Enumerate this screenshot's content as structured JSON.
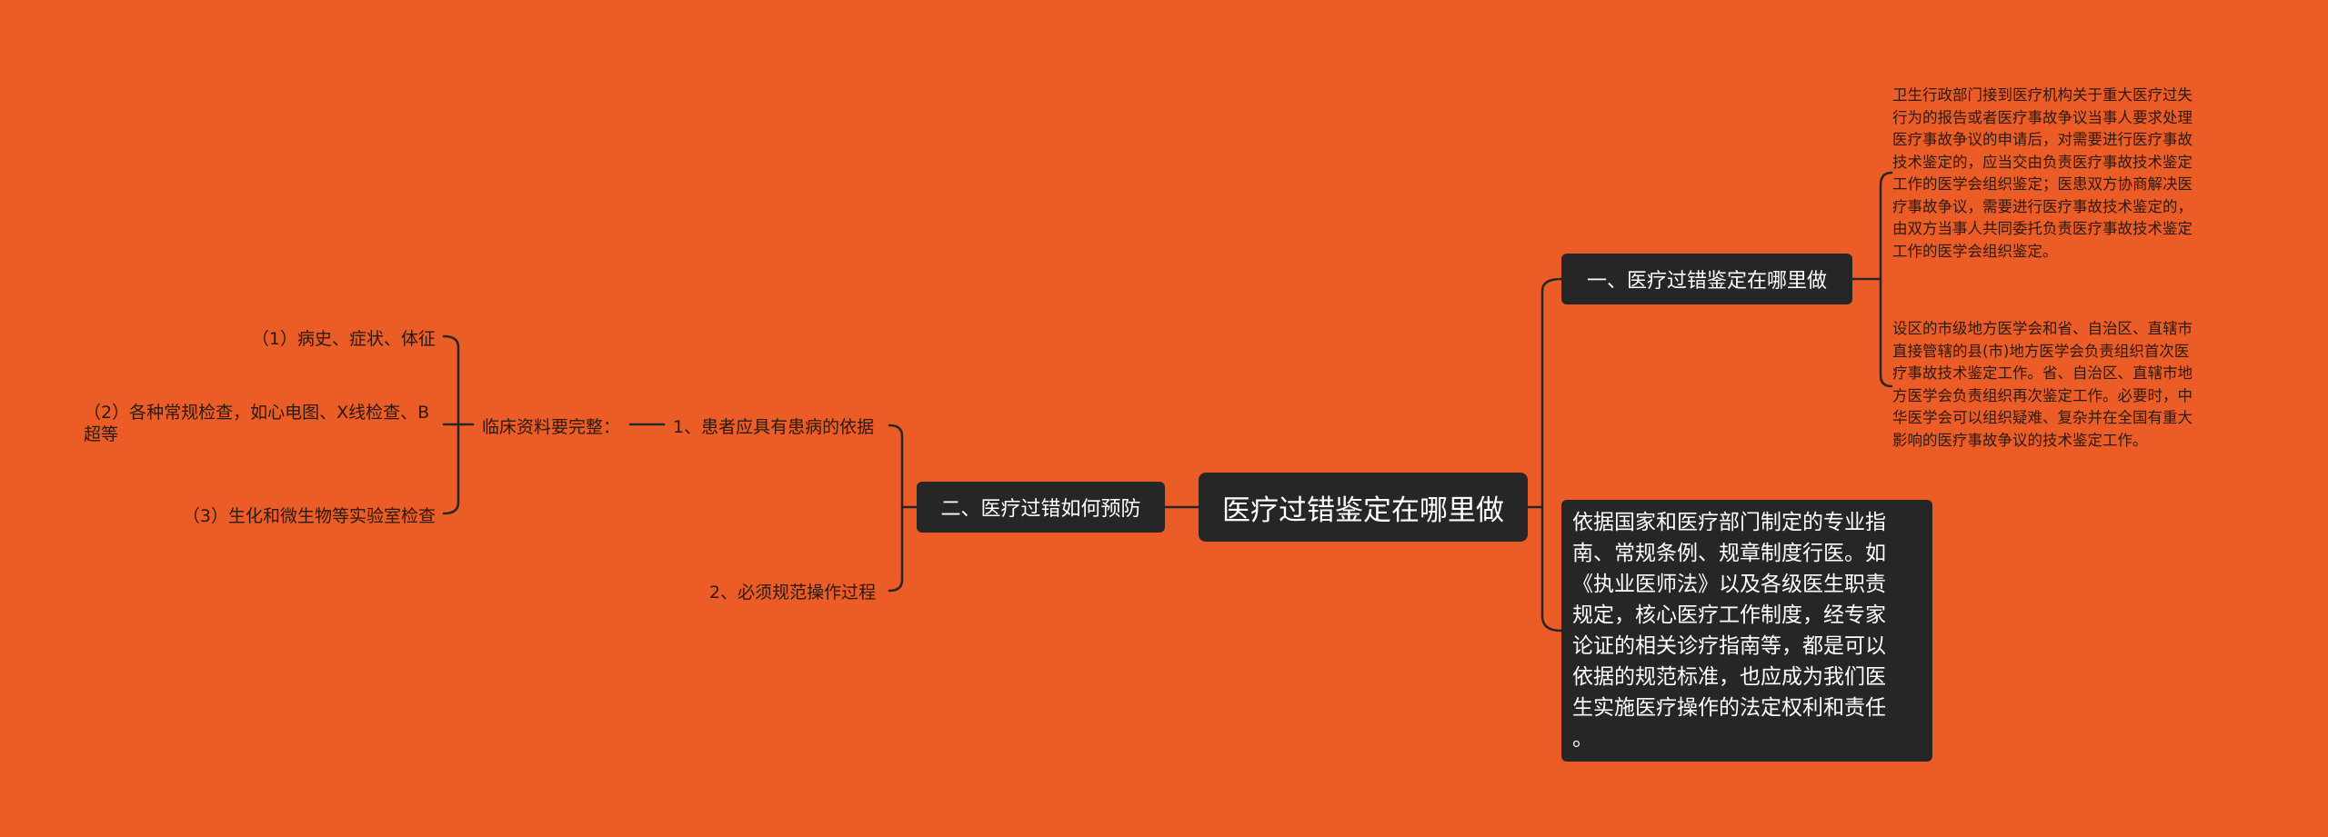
{
  "root": {
    "label": "医疗过错鉴定在哪里做"
  },
  "branch_right_1": {
    "label": "一、医疗过错鉴定在哪里做",
    "children": [
      "卫生行政部门接到医疗机构关于重大医疗过失\n行为的报告或者医疗事故争议当事人要求处理\n医疗事故争议的申请后，对需要进行医疗事故\n技术鉴定的，应当交由负责医疗事故技术鉴定\n工作的医学会组织鉴定；医患双方协商解决医\n疗事故争议，需要进行医疗事故技术鉴定的，\n由双方当事人共同委托负责医疗事故技术鉴定\n工作的医学会组织鉴定。",
      "设区的市级地方医学会和省、自治区、直辖市\n直接管辖的县(市)地方医学会负责组织首次医\n疗事故技术鉴定工作。省、自治区、直辖市地\n方医学会负责组织再次鉴定工作。必要时，中\n华医学会可以组织疑难、复杂并在全国有重大\n影响的医疗事故争议的技术鉴定工作。"
    ]
  },
  "branch_right_2": {
    "text": "依据国家和医疗部门制定的专业指\n南、常规条例、规章制度行医。如\n《执业医师法》以及各级医生职责\n规定，核心医疗工作制度，经专家\n论证的相关诊疗指南等，都是可以\n依据的规范标准，也应成为我们医\n生实施医疗操作的法定权利和责任\n。"
  },
  "branch_left": {
    "label": "二、医疗过错如何预防",
    "children": [
      {
        "label": "1、患者应具有患病的依据",
        "sub_label": "临床资料要完整：",
        "items": [
          "（1）病史、症状、体征",
          "（2）各种常规检查，如心电图、X线检查、B\n超等",
          "（3）生化和微生物等实验室检查"
        ]
      },
      {
        "label": "2、必须规范操作过程"
      }
    ]
  },
  "colors": {
    "background": "#EB5C27",
    "node": "#262626",
    "line": "#262626"
  }
}
